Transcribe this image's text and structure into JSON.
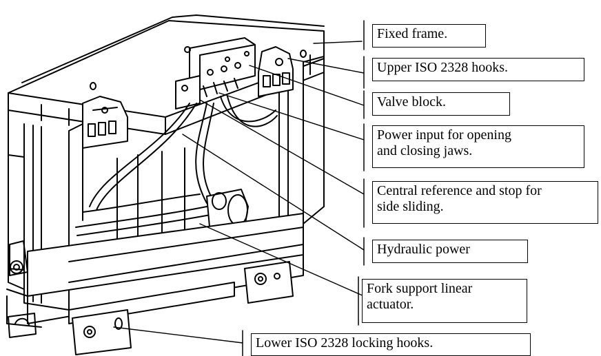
{
  "figure": {
    "labels": {
      "fixed_frame": "Fixed frame.",
      "upper_hooks": "Upper ISO 2328 hooks.",
      "valve_block": "Valve block.",
      "power_input": "Power input for opening\nand closing jaws.",
      "central_reference": "Central reference and stop for\nside sliding.",
      "hydraulic_power": "Hydraulic power",
      "fork_support": "Fork support linear\nactuator.",
      "lower_hooks": "Lower ISO 2328 locking hooks."
    },
    "line_color": "#000000",
    "background_color": "#ffffff"
  }
}
